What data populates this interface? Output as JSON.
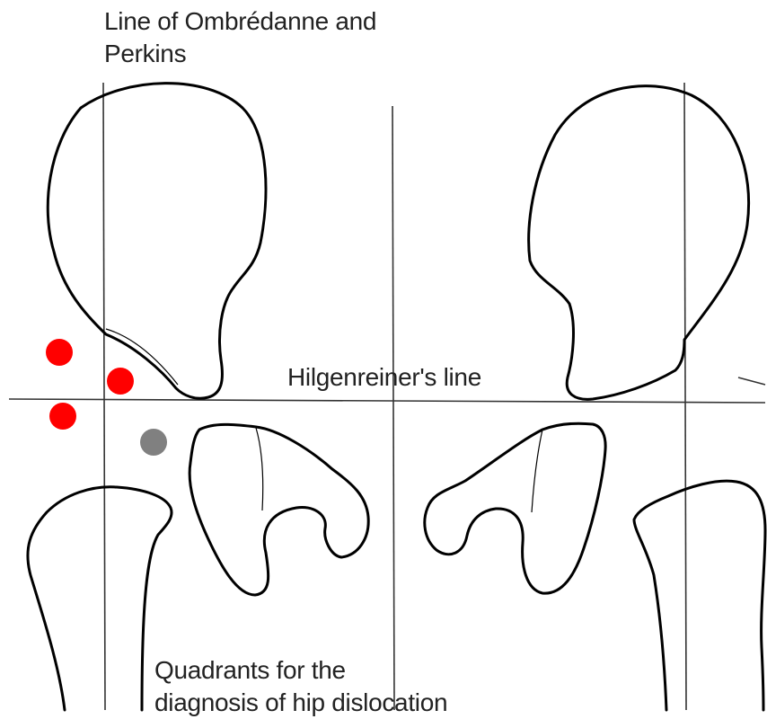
{
  "labels": {
    "perkins_line1": "Line of Ombrédanne and",
    "perkins_line2": "Perkins",
    "hilgenreiner": "Hilgenreiner's line",
    "quadrants_line1": "Quadrants for the",
    "quadrants_line2": "diagnosis of hip dislocation"
  },
  "markers": [
    {
      "name": "red-dot-upper-outer",
      "color": "#ff0000"
    },
    {
      "name": "red-dot-upper-inner",
      "color": "#ff0000"
    },
    {
      "name": "red-dot-lower-outer",
      "color": "#ff0000"
    },
    {
      "name": "gray-dot-lower-inner",
      "color": "#808080"
    }
  ],
  "colors": {
    "marker_red": "#ff0000",
    "marker_gray": "#808080",
    "line": "#000000"
  }
}
